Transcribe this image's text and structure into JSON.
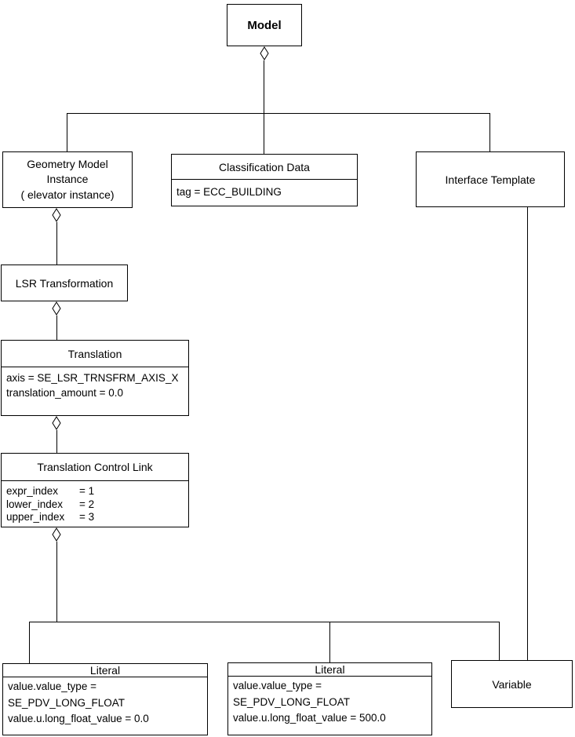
{
  "nodes": {
    "model": {
      "title": "Model"
    },
    "geometry_model_instance": {
      "title_lines": [
        "Geometry Model",
        "Instance",
        "( elevator instance)"
      ]
    },
    "classification_data": {
      "title": "Classification Data",
      "attributes": [
        "tag = ECC_BUILDING"
      ]
    },
    "interface_template": {
      "title": "Interface Template"
    },
    "lsr_transformation": {
      "title": "LSR Transformation"
    },
    "translation": {
      "title": "Translation",
      "attributes": [
        "axis = SE_LSR_TRNSFRM_AXIS_X",
        "translation_amount = 0.0"
      ]
    },
    "translation_control_link": {
      "title": "Translation Control Link",
      "attributes": [
        {
          "name": "expr_index",
          "value": "= 1"
        },
        {
          "name": "lower_index",
          "value": "= 2"
        },
        {
          "name": "upper_index",
          "value": "= 3"
        }
      ]
    },
    "literal_zero": {
      "title": "Literal",
      "attributes": [
        "value.value_type =",
        "SE_PDV_LONG_FLOAT",
        "value.u.long_float_value = 0.0"
      ]
    },
    "literal_five_hundred": {
      "title": "Literal",
      "attributes": [
        "value.value_type =",
        "SE_PDV_LONG_FLOAT",
        "value.u.long_float_value = 500.0"
      ]
    },
    "variable": {
      "title": "Variable"
    }
  },
  "colors": {
    "line": "#000000",
    "background": "#ffffff"
  }
}
